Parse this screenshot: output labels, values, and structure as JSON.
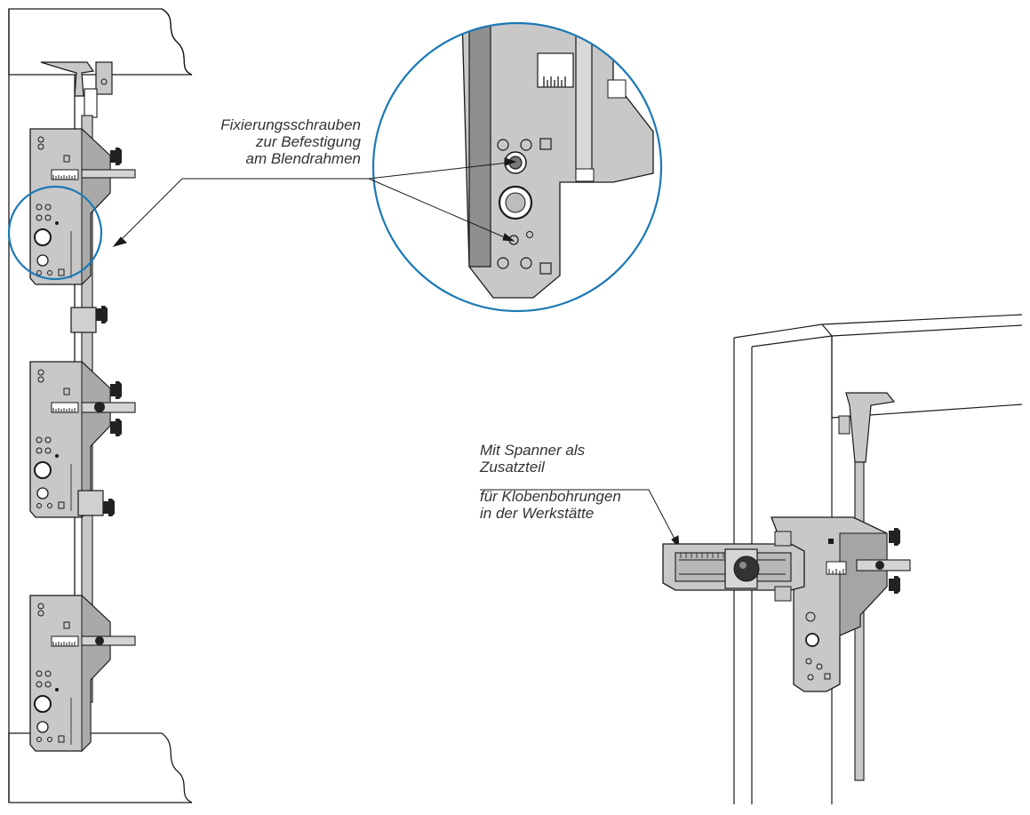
{
  "callouts": {
    "fixation": {
      "lines": [
        "Fixierungsschrauben",
        "zur Befestigung",
        "am Blendrahmen"
      ]
    },
    "spanner": {
      "lines": [
        "Mit Spanner als",
        "Zusatzteil"
      ],
      "sub_lines": [
        "für Klobenbohrungen",
        "in der Werkstätte"
      ]
    }
  },
  "colors": {
    "metal": "#c8c8c8",
    "metal_dark": "#9a9a9a",
    "line": "#1a1a1a",
    "highlight_circle": "#1b79b5",
    "knob": "#222222"
  }
}
